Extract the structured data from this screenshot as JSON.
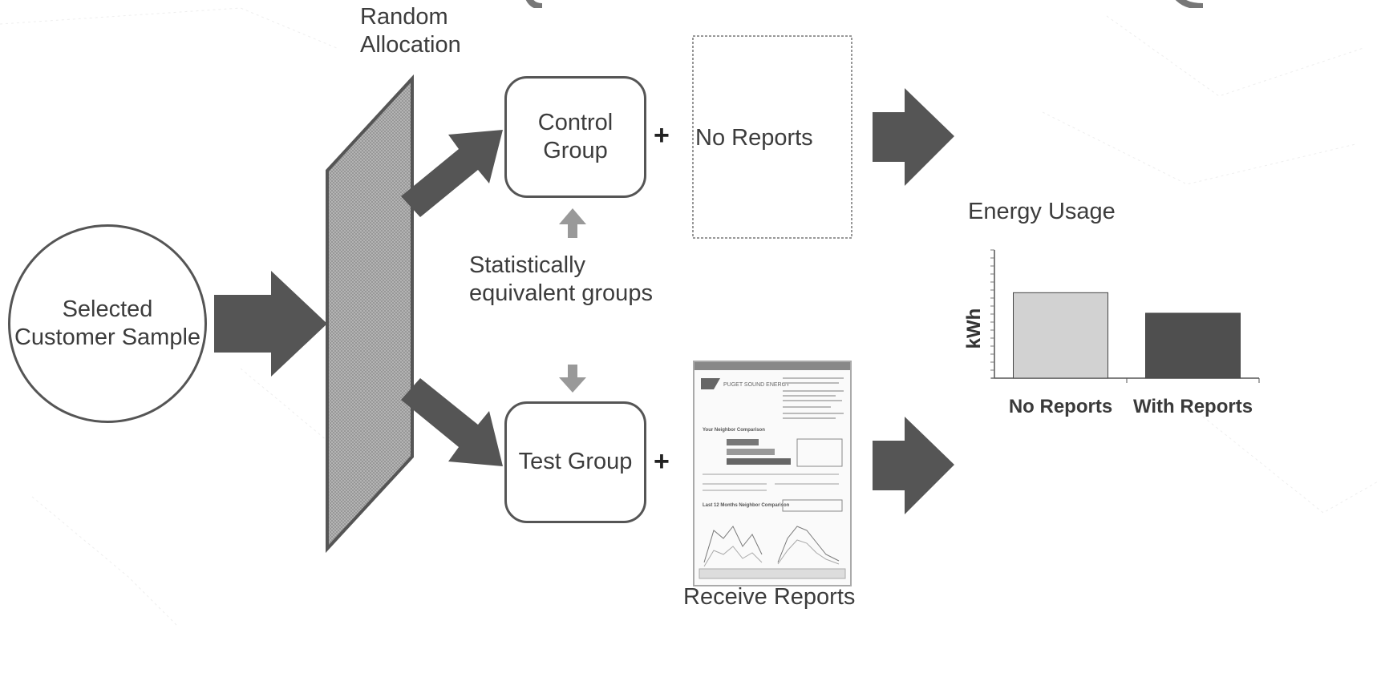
{
  "diagram": {
    "random_allocation": "Random\nAllocation",
    "sample": "Selected\nCustomer Sample",
    "control_group": "Control\nGroup",
    "test_group": "Test Group",
    "no_reports_box": "No Reports",
    "statistically": "Statistically\nequivalent groups",
    "receive_reports": "Receive Reports",
    "energy_usage": "Energy Usage",
    "plus": "+"
  },
  "report_thumbnail": {
    "brand": "PUGET SOUND ENERGY",
    "section1": "Your Neighbor Comparison",
    "section2": "Last 12 Months Neighbor Comparison"
  },
  "chart_data": {
    "type": "bar",
    "categories": [
      "No Reports",
      "With Reports"
    ],
    "values": [
      100,
      76
    ],
    "ylabel": "kWh",
    "ylim": [
      0,
      150
    ],
    "colors": [
      "#d2d2d2",
      "#4f4f4f"
    ]
  }
}
